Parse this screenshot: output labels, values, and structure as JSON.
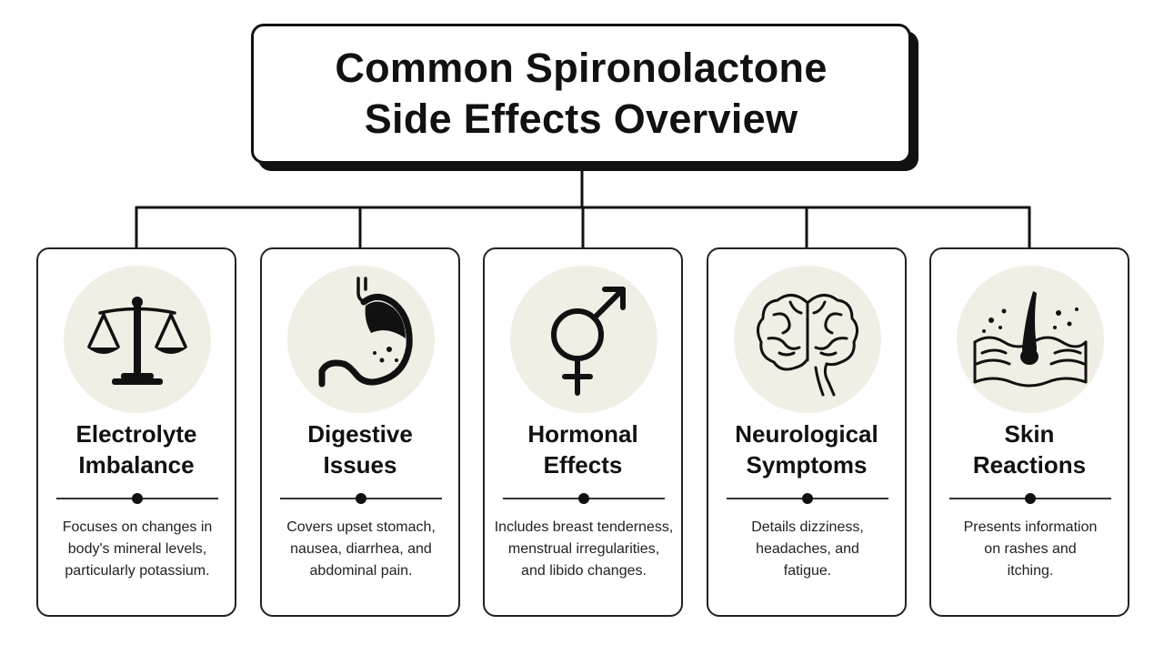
{
  "title": {
    "line1": "Common Spironolactone",
    "line2": "Side Effects Overview"
  },
  "cards": [
    {
      "icon": "balance-scale-icon",
      "title_lines": [
        "Electrolyte",
        "Imbalance"
      ],
      "desc_lines": [
        "Focuses on changes in",
        "body's mineral levels,",
        "particularly potassium."
      ]
    },
    {
      "icon": "stomach-icon",
      "title_lines": [
        "Digestive",
        "Issues"
      ],
      "desc_lines": [
        "Covers upset stomach,",
        "nausea, diarrhea, and",
        "abdominal pain."
      ]
    },
    {
      "icon": "gender-symbol-icon",
      "title_lines": [
        "Hormonal",
        "Effects"
      ],
      "desc_lines": [
        "Includes breast tenderness,",
        "menstrual irregularities,",
        "and libido changes."
      ]
    },
    {
      "icon": "brain-icon",
      "title_lines": [
        "Neurological",
        "Symptoms"
      ],
      "desc_lines": [
        "Details dizziness,",
        "headaches, and",
        "fatigue."
      ]
    },
    {
      "icon": "skin-hair-follicle-icon",
      "title_lines": [
        "Skin",
        "Reactions"
      ],
      "desc_lines": [
        "Presents information",
        "on rashes and",
        "itching."
      ]
    }
  ],
  "colors": {
    "ink": "#111111",
    "icon_background": "#f1eee5",
    "card_border": "#222222"
  }
}
